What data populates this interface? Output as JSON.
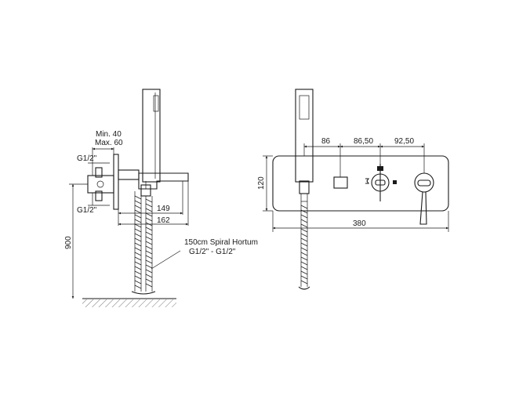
{
  "side_view": {
    "depth_min_label": "Min. 40",
    "depth_max_label": "Max. 60",
    "inlet_top_label": "G1/2\"",
    "inlet_bottom_label": "G1/2\"",
    "spout_projection": "149",
    "overall_projection": "162",
    "installation_height": "900",
    "hose_callout_line1": "150cm Spiral Hortum",
    "hose_callout_line2": "G1/2\" - G1/2\""
  },
  "front_view": {
    "spacing_1": "86",
    "spacing_2": "86,50",
    "spacing_3": "92,50",
    "panel_height": "120",
    "panel_width": "380"
  }
}
